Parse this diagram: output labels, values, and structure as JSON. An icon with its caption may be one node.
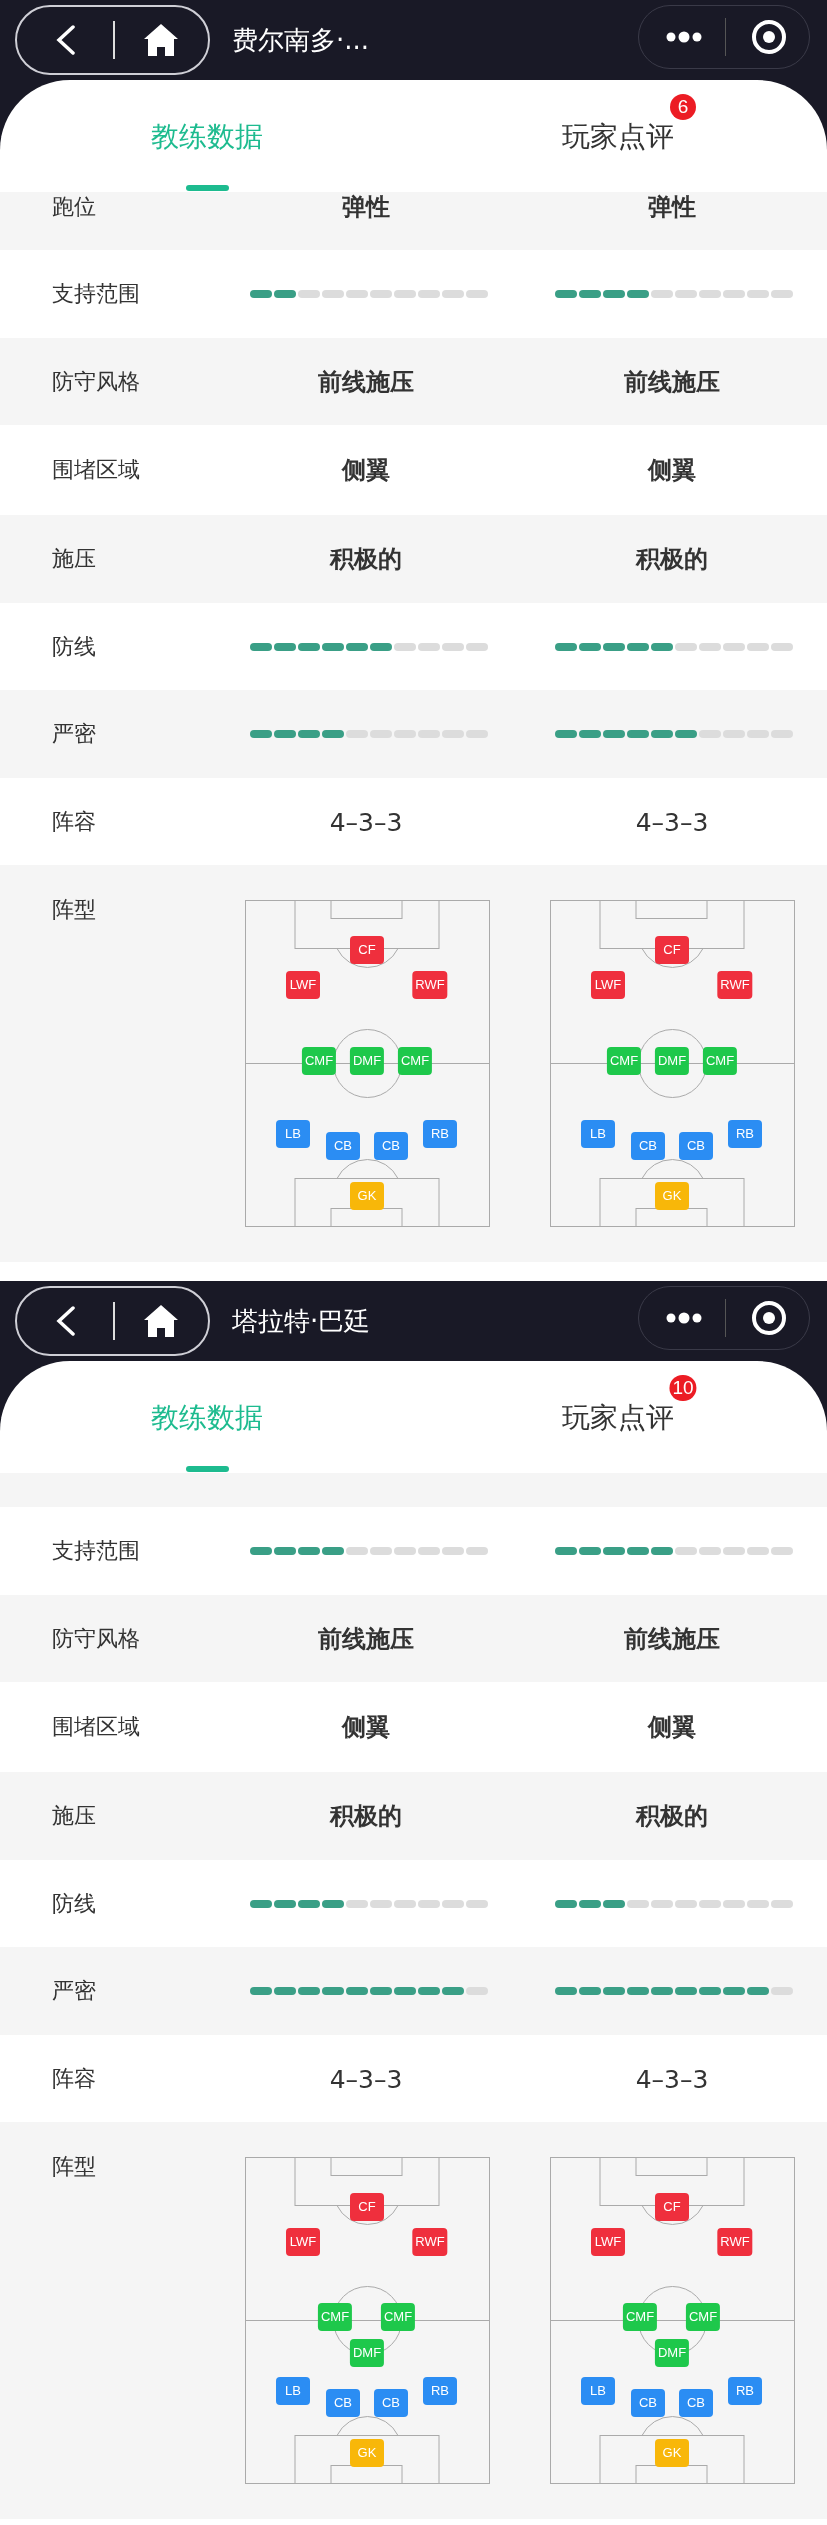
{
  "diagram": {
    "nodes": [
      {
        "text": [
          "6"
        ]
      },
      {
        "text": [
          "CF"
        ]
      },
      {
        "text": [
          "LWF"
        ]
      },
      {
        "text": [
          "RWF"
        ]
      },
      {
        "text": [
          "CMF"
        ]
      },
      {
        "text": [
          "DMF"
        ]
      },
      {
        "text": [
          "CMF"
        ]
      },
      {
        "text": [
          "LB"
        ]
      },
      {
        "text": [
          "CB"
        ]
      },
      {
        "text": [
          "CB"
        ]
      },
      {
        "text": [
          "RB"
        ]
      },
      {
        "text": [
          "GK"
        ]
      },
      {
        "text": [
          "CF"
        ]
      },
      {
        "text": [
          "LWF"
        ]
      },
      {
        "text": [
          "RWF"
        ]
      },
      {
        "text": [
          "CMF"
        ]
      },
      {
        "text": [
          "DMF"
        ]
      },
      {
        "text": [
          "CMF"
        ]
      },
      {
        "text": [
          "LB"
        ]
      },
      {
        "text": [
          "CB"
        ]
      },
      {
        "text": [
          "CB"
        ]
      },
      {
        "text": [
          "RB"
        ]
      },
      {
        "text": [
          "GK"
        ]
      },
      {
        "text": [
          "10"
        ]
      },
      {
        "text": [
          "CF"
        ]
      },
      {
        "text": [
          "LWF"
        ]
      },
      {
        "text": [
          "RWF"
        ]
      },
      {
        "text": [
          "CMF"
        ]
      },
      {
        "text": [
          "CMF"
        ]
      },
      {
        "text": [
          "DMF"
        ]
      },
      {
        "text": [
          "LB"
        ]
      },
      {
        "text": [
          "CB"
        ]
      },
      {
        "text": [
          "CB"
        ]
      },
      {
        "text": [
          "RB"
        ]
      },
      {
        "text": [
          "GK"
        ]
      },
      {
        "text": [
          "CF"
        ]
      },
      {
        "text": [
          "LWF"
        ]
      },
      {
        "text": [
          "RWF"
        ]
      },
      {
        "text": [
          "CMF"
        ]
      },
      {
        "text": [
          "CMF"
        ]
      },
      {
        "text": [
          "DMF"
        ]
      },
      {
        "text": [
          "LB"
        ]
      },
      {
        "text": [
          "CB"
        ]
      },
      {
        "text": [
          "CB"
        ]
      },
      {
        "text": [
          "RB"
        ]
      },
      {
        "text": [
          "GK"
        ]
      }
    ],
    "labels": [
      "费尔南多·...",
      "教练数据",
      "玩家点评",
      "跑位",
      "弹性",
      "弹性",
      "支持范围",
      "防守风格",
      "前线施压",
      "前线施压",
      "围堵区域",
      "侧翼",
      "侧翼",
      "施压",
      "积极的",
      "积极的",
      "防线",
      "严密",
      "阵容",
      "4–3–3",
      "4–3–3",
      "阵型",
      "塔拉特·巴廷",
      "教练数据",
      "玩家点评",
      "支持范围",
      "防守风格",
      "前线施压",
      "前线施压",
      "围堵区域",
      "侧翼",
      "侧翼",
      "施压",
      "积极的",
      "积极的",
      "防线",
      "严密",
      "阵容",
      "4–3–3",
      "4–3–3",
      "阵型"
    ]
  }
}
